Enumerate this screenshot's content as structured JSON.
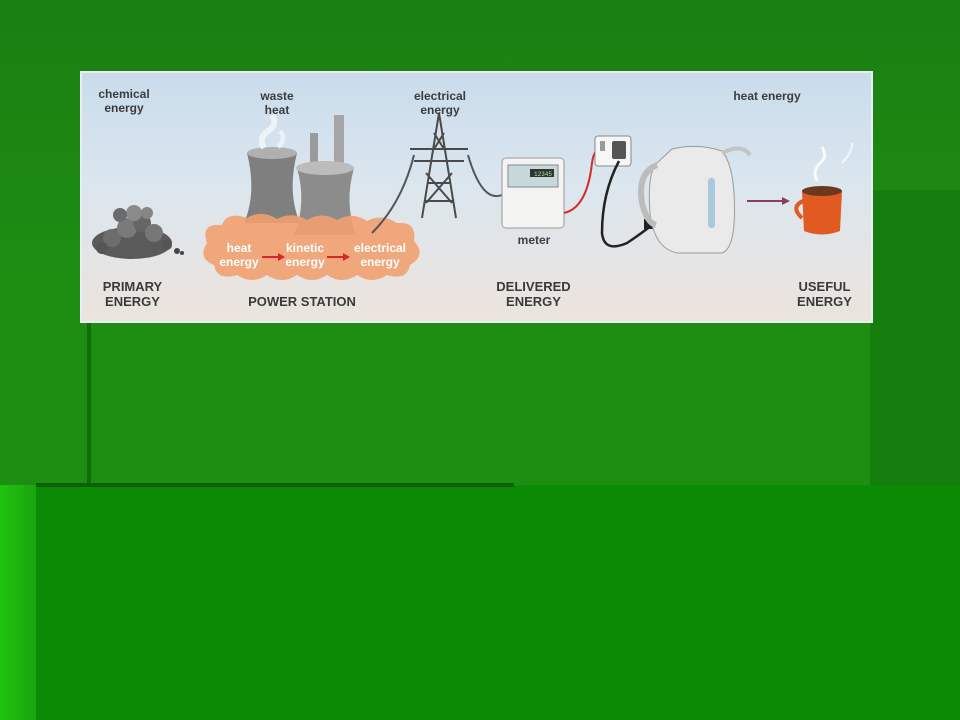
{
  "diagram": {
    "labels": {
      "chemical_energy": "chemical\nenergy",
      "waste_heat": "waste\nheat",
      "electrical_energy_top": "electrical\nenergy",
      "heat_energy_top": "heat energy",
      "meter": "meter"
    },
    "cloud": {
      "heat": "heat\nenergy",
      "kinetic": "kinetic\nenergy",
      "electrical": "electrical\nenergy"
    },
    "stages": {
      "primary": "PRIMARY\nENERGY",
      "power_station": "POWER STATION",
      "delivered": "DELIVERED\nENERGY",
      "useful": "USEFUL\nENERGY"
    },
    "meter_display": "12345"
  }
}
